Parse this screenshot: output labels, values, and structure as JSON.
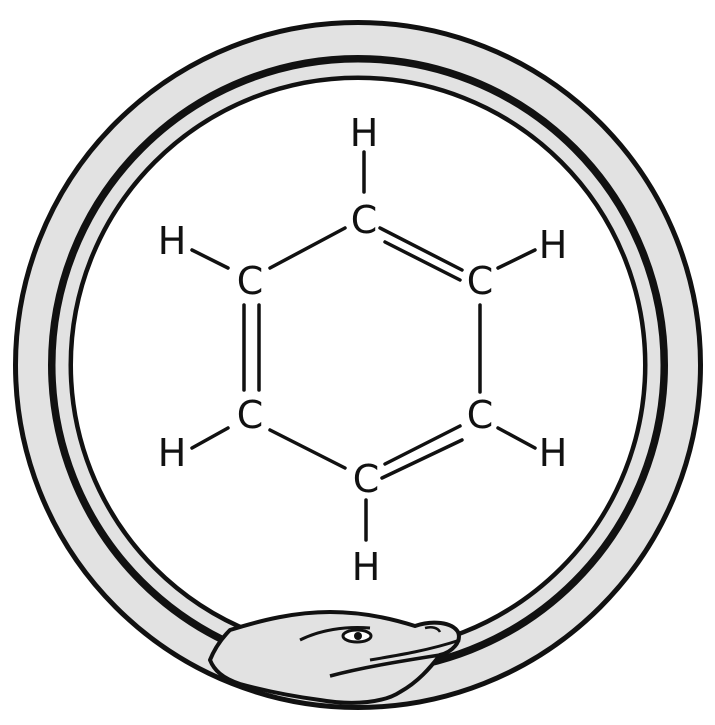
{
  "colors": {
    "background": "#ffffff",
    "ink": "#111111",
    "snake_body": "#e2e2e2"
  },
  "icons": [
    "ouroboros-snake-icon",
    "snake-eye-icon"
  ],
  "molecule": {
    "ring_atoms": [
      {
        "id": "c1",
        "label": "C"
      },
      {
        "id": "c2",
        "label": "C"
      },
      {
        "id": "c3",
        "label": "C"
      },
      {
        "id": "c4",
        "label": "C"
      },
      {
        "id": "c5",
        "label": "C"
      },
      {
        "id": "c6",
        "label": "C"
      }
    ],
    "hydrogens": [
      {
        "id": "h1",
        "label": "H"
      },
      {
        "id": "h2",
        "label": "H"
      },
      {
        "id": "h3",
        "label": "H"
      },
      {
        "id": "h4",
        "label": "H"
      },
      {
        "id": "h5",
        "label": "H"
      },
      {
        "id": "h6",
        "label": "H"
      }
    ]
  }
}
